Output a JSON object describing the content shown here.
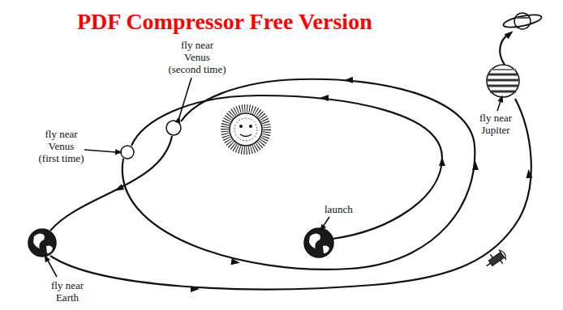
{
  "diagram": {
    "labels": [
      "PDF Compressor Free Version",
      "fly near Venus (second time)",
      "fly near Venus (first time)",
      "launch",
      "fly near Earth",
      "fly near Jupiter"
    ]
  }
}
